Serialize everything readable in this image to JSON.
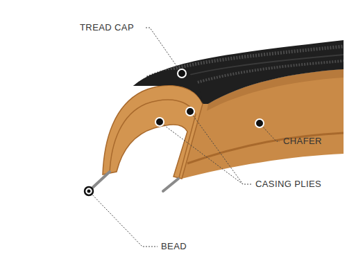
{
  "diagram": {
    "labels": [
      "TREAD CAP",
      "CHAFER",
      "CASING PLIES",
      "BEAD"
    ]
  }
}
